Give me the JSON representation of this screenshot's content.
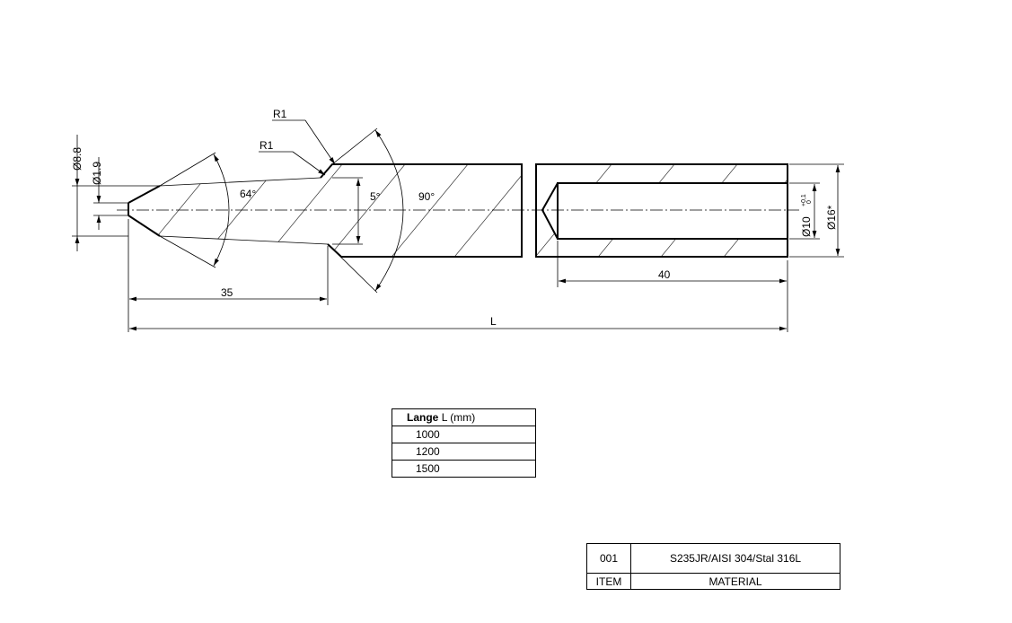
{
  "drawing": {
    "labels": {
      "dia_outer_tip": "Ø8.8",
      "dia_inner_tip": "Ø1.9",
      "radius_1": "R1",
      "radius_2": "R1",
      "angle_cone": "64°",
      "angle_taper": "5°",
      "angle_chamfer": "90°",
      "length_taper": "35",
      "length_bore": "40",
      "length_total": "L",
      "dia_bore": "Ø10",
      "dia_bore_tol_upper": "+0,1",
      "dia_bore_tol_lower": "0",
      "dia_body": "Ø16*"
    }
  },
  "length_table": {
    "header_bold": "Lange",
    "header_rest": "L (mm)",
    "rows": [
      "1000",
      "1200",
      "1500"
    ]
  },
  "material_table": {
    "item": "001",
    "material": "S235JR/AISI 304/Stal 316L",
    "item_header": "ITEM",
    "material_header": "MATERIAL"
  }
}
